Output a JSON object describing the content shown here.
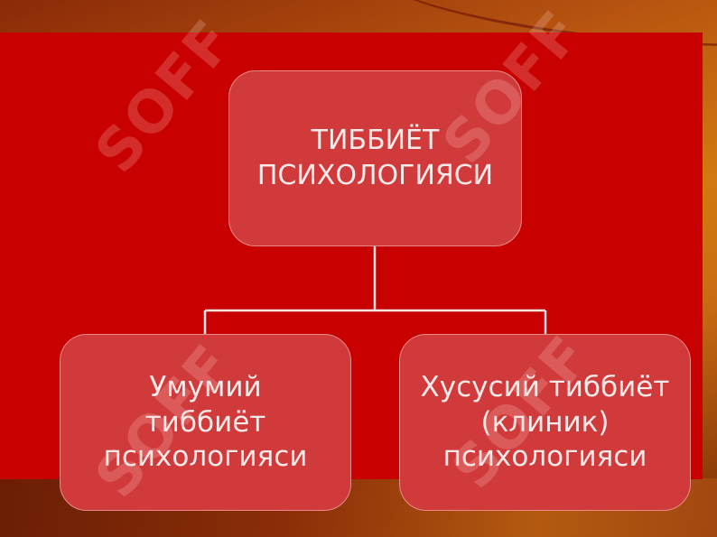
{
  "diagram": {
    "root": {
      "label": "ТИББИЁТ\nПСИХОЛОГИЯСИ"
    },
    "children": [
      {
        "label": "Умумий\nтиббиёт\nпсихологияси"
      },
      {
        "label": "Хусусий тиббиёт\n(клиник)\nпсихологияси"
      }
    ]
  },
  "watermark": {
    "text": "SOFF"
  },
  "colors": {
    "panel": "#c80000",
    "node_fill": "#d03a3a",
    "node_border": "#e98a8a",
    "node_text": "#f6e9e9",
    "connector": "#f2e4e4"
  }
}
